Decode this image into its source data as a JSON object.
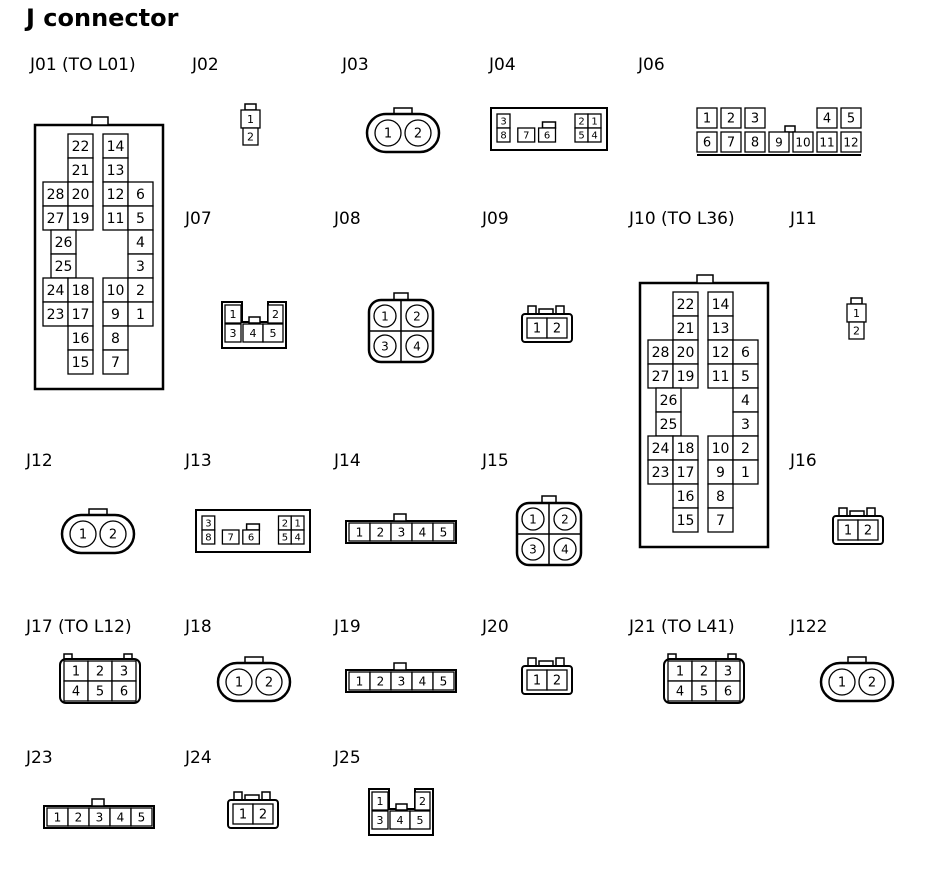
{
  "title": "J connector",
  "connectors": [
    {
      "id": "J01",
      "label": "J01 (TO L01)",
      "pins": [
        "1",
        "2",
        "3",
        "4",
        "5",
        "6",
        "7",
        "8",
        "9",
        "10",
        "11",
        "12",
        "13",
        "14",
        "15",
        "16",
        "17",
        "18",
        "19",
        "20",
        "21",
        "22",
        "23",
        "24",
        "25",
        "26",
        "27",
        "28"
      ]
    },
    {
      "id": "J02",
      "label": "J02",
      "pins": [
        "1",
        "2"
      ]
    },
    {
      "id": "J03",
      "label": "J03",
      "pins": [
        "1",
        "2"
      ]
    },
    {
      "id": "J04",
      "label": "J04",
      "pins": [
        "1",
        "2",
        "3",
        "4",
        "5",
        "6",
        "7",
        "8"
      ]
    },
    {
      "id": "J06",
      "label": "J06",
      "pins": [
        "1",
        "2",
        "3",
        "4",
        "5",
        "6",
        "7",
        "8",
        "9",
        "10",
        "11",
        "12"
      ]
    },
    {
      "id": "J07",
      "label": "J07",
      "pins": [
        "1",
        "2",
        "3",
        "4",
        "5"
      ]
    },
    {
      "id": "J08",
      "label": "J08",
      "pins": [
        "1",
        "2",
        "3",
        "4"
      ]
    },
    {
      "id": "J09",
      "label": "J09",
      "pins": [
        "1",
        "2"
      ]
    },
    {
      "id": "J10",
      "label": "J10 (TO L36)",
      "pins": [
        "1",
        "2",
        "3",
        "4",
        "5",
        "6",
        "7",
        "8",
        "9",
        "10",
        "11",
        "12",
        "13",
        "14",
        "15",
        "16",
        "17",
        "18",
        "19",
        "20",
        "21",
        "22",
        "23",
        "24",
        "25",
        "26",
        "27",
        "28"
      ]
    },
    {
      "id": "J11",
      "label": "J11",
      "pins": [
        "1",
        "2"
      ]
    },
    {
      "id": "J12",
      "label": "J12",
      "pins": [
        "1",
        "2"
      ]
    },
    {
      "id": "J13",
      "label": "J13",
      "pins": [
        "1",
        "2",
        "3",
        "4",
        "5",
        "6",
        "7",
        "8"
      ]
    },
    {
      "id": "J14",
      "label": "J14",
      "pins": [
        "1",
        "2",
        "3",
        "4",
        "5"
      ]
    },
    {
      "id": "J15",
      "label": "J15",
      "pins": [
        "1",
        "2",
        "3",
        "4"
      ]
    },
    {
      "id": "J16",
      "label": "J16",
      "pins": [
        "1",
        "2"
      ]
    },
    {
      "id": "J17",
      "label": "J17 (TO L12)",
      "pins": [
        "1",
        "2",
        "3",
        "4",
        "5",
        "6"
      ]
    },
    {
      "id": "J18",
      "label": "J18",
      "pins": [
        "1",
        "2"
      ]
    },
    {
      "id": "J19",
      "label": "J19",
      "pins": [
        "1",
        "2",
        "3",
        "4",
        "5"
      ]
    },
    {
      "id": "J20",
      "label": "J20",
      "pins": [
        "1",
        "2"
      ]
    },
    {
      "id": "J21",
      "label": "J21 (TO L41)",
      "pins": [
        "1",
        "2",
        "3",
        "4",
        "5",
        "6"
      ]
    },
    {
      "id": "J122",
      "label": "J122",
      "pins": [
        "1",
        "2"
      ]
    },
    {
      "id": "J23",
      "label": "J23",
      "pins": [
        "1",
        "2",
        "3",
        "4",
        "5"
      ]
    },
    {
      "id": "J24",
      "label": "J24",
      "pins": [
        "1",
        "2"
      ]
    },
    {
      "id": "J25",
      "label": "J25",
      "pins": [
        "1",
        "2",
        "3",
        "4",
        "5"
      ]
    }
  ]
}
